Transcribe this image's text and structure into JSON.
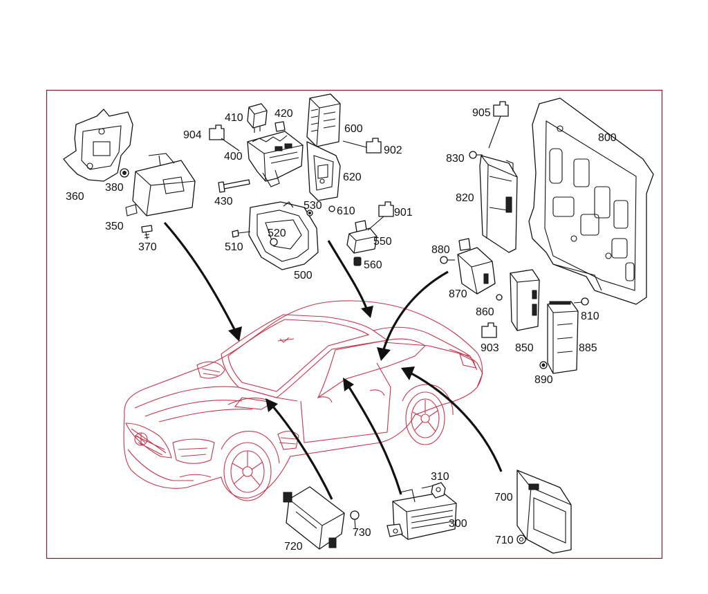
{
  "labels": {
    "l300": "300",
    "l310": "310",
    "l350": "350",
    "l360": "360",
    "l370": "370",
    "l380": "380",
    "l400": "400",
    "l410": "410",
    "l420": "420",
    "l430": "430",
    "l500": "500",
    "l510": "510",
    "l520": "520",
    "l530": "530",
    "l550": "550",
    "l560": "560",
    "l600": "600",
    "l610": "610",
    "l620": "620",
    "l700": "700",
    "l710": "710",
    "l720": "720",
    "l730": "730",
    "l800": "800",
    "l810": "810",
    "l820": "820",
    "l830": "830",
    "l850": "850",
    "l860": "860",
    "l870": "870",
    "l880": "880",
    "l885": "885",
    "l890": "890",
    "l901": "901",
    "l902": "902",
    "l903": "903",
    "l904": "904",
    "l905": "905"
  },
  "colors": {
    "vehicle_outline": "#c8324a",
    "components": "#111111",
    "frame": "#7a1a2a"
  }
}
